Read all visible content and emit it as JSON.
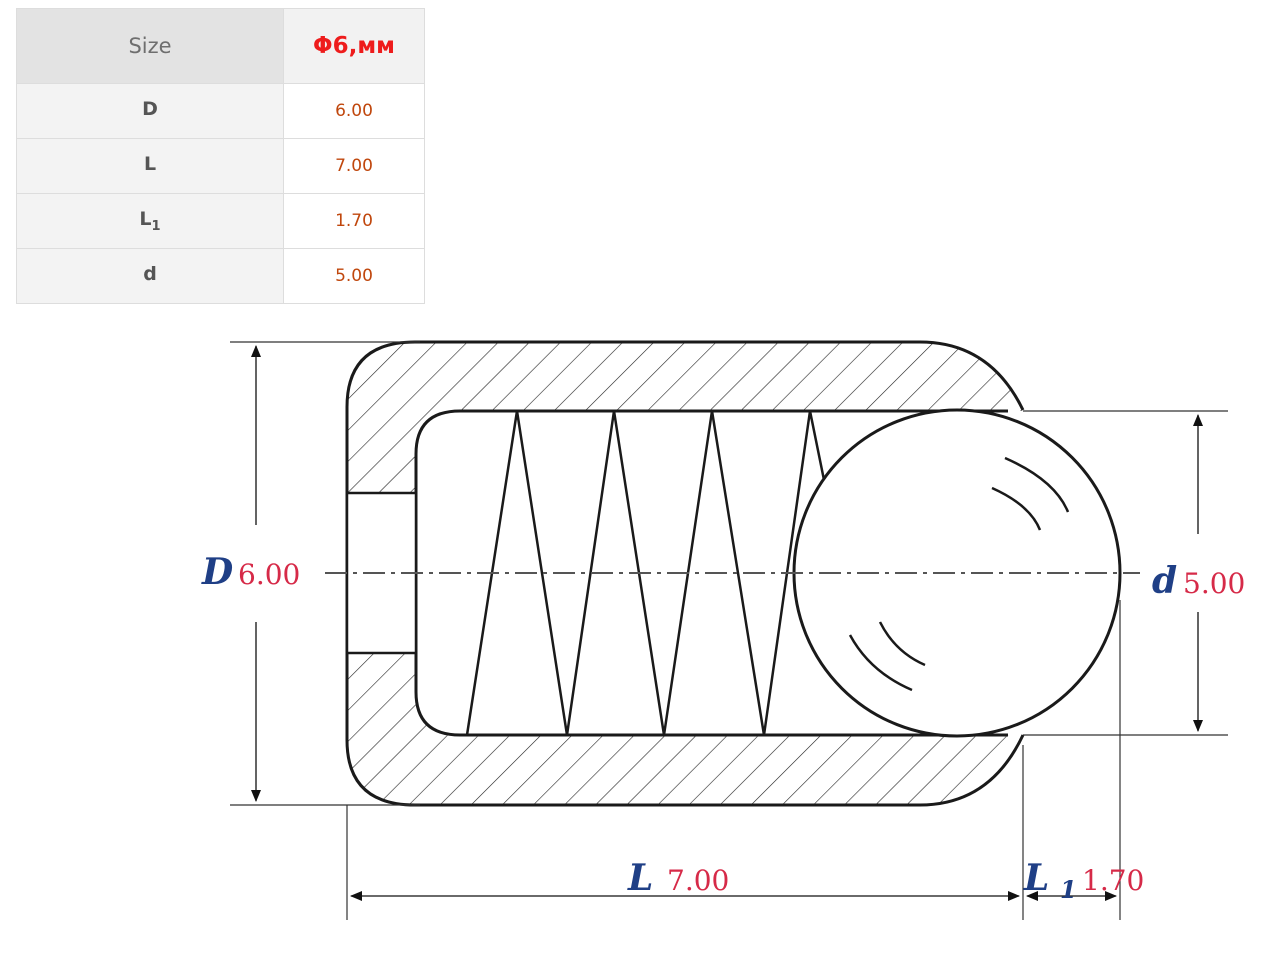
{
  "table": {
    "header": {
      "label": "Size",
      "value": "Φ6,мм"
    },
    "rows": [
      {
        "param": "D",
        "sub": "",
        "value": "6.00"
      },
      {
        "param": "L",
        "sub": "",
        "value": "7.00"
      },
      {
        "param": "L",
        "sub": "1",
        "value": "1.70"
      },
      {
        "param": "d",
        "sub": "",
        "value": "5.00"
      }
    ]
  },
  "drawing": {
    "D": {
      "letter": "D",
      "value": "6.00"
    },
    "d": {
      "letter": "d",
      "value": "5.00"
    },
    "L": {
      "letter": "L",
      "value": "7.00"
    },
    "L1": {
      "letter": "L",
      "sub": "1",
      "value": "1.70"
    },
    "colors": {
      "line": "#1a1a1a",
      "dim_letter": "#1f3f86",
      "dim_value": "#d62a48"
    }
  }
}
